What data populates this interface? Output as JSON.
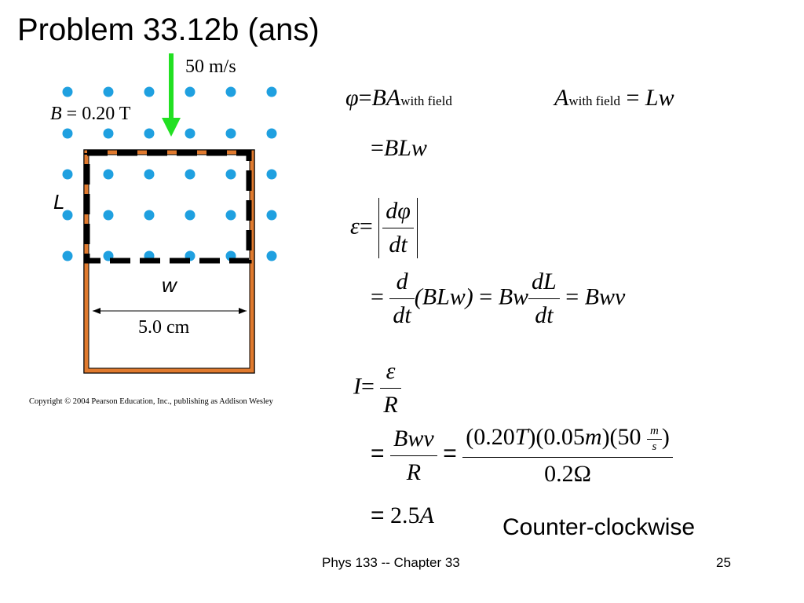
{
  "title": "Problem 33.12b (ans)",
  "figure": {
    "velocity_label": "50 m/s",
    "field_label_sym": "B",
    "field_label_val": " = 0.20 T",
    "length_label": "L",
    "width_label": "w",
    "dimension_label": "5.0 cm",
    "copyright": "Copyright © 2004 Pearson Education, Inc., publishing as Addison Wesley",
    "colors": {
      "dots": "#1fa0e0",
      "frame": "#e07a2e",
      "arrow": "#22e022",
      "loop": "#000000"
    }
  },
  "equations": {
    "flux": {
      "phi": "φ",
      "eq": "=",
      "ba": "BA",
      "sub": "with field"
    },
    "area": {
      "a": "A",
      "sub": "with field",
      "eq": "=",
      "lw": "Lw"
    },
    "flux2": {
      "eq": "=",
      "blw": "BLw"
    },
    "emf": {
      "eps": "ε",
      "eq": "=",
      "num": "dφ",
      "den": "dt"
    },
    "emf2": {
      "eq1": "=",
      "num1": "d",
      "den1": "dt",
      "blw": "(BLw)",
      "eq2": "=",
      "bw": "Bw",
      "num2": "dL",
      "den2": "dt",
      "eq3": "=",
      "bwv": "Bwv"
    },
    "current": {
      "i": "I",
      "eq": "=",
      "num": "ε",
      "den": "R"
    },
    "current2": {
      "eq1": "=",
      "num1": "Bwv",
      "den1": "R",
      "eq2": "=",
      "n1": "(0.20",
      "t": "T",
      "n2": ")(0.05",
      "m": "m",
      "n3": ")(50",
      "unit_num": "m",
      "unit_den": "s",
      "n4": ")",
      "den2": "0.2Ω"
    },
    "result": {
      "eq": "=",
      "val": "2.5",
      "unit": "A"
    }
  },
  "direction": "Counter-clockwise",
  "footer": {
    "center": "Phys 133 -- Chapter 33",
    "page": "25"
  }
}
